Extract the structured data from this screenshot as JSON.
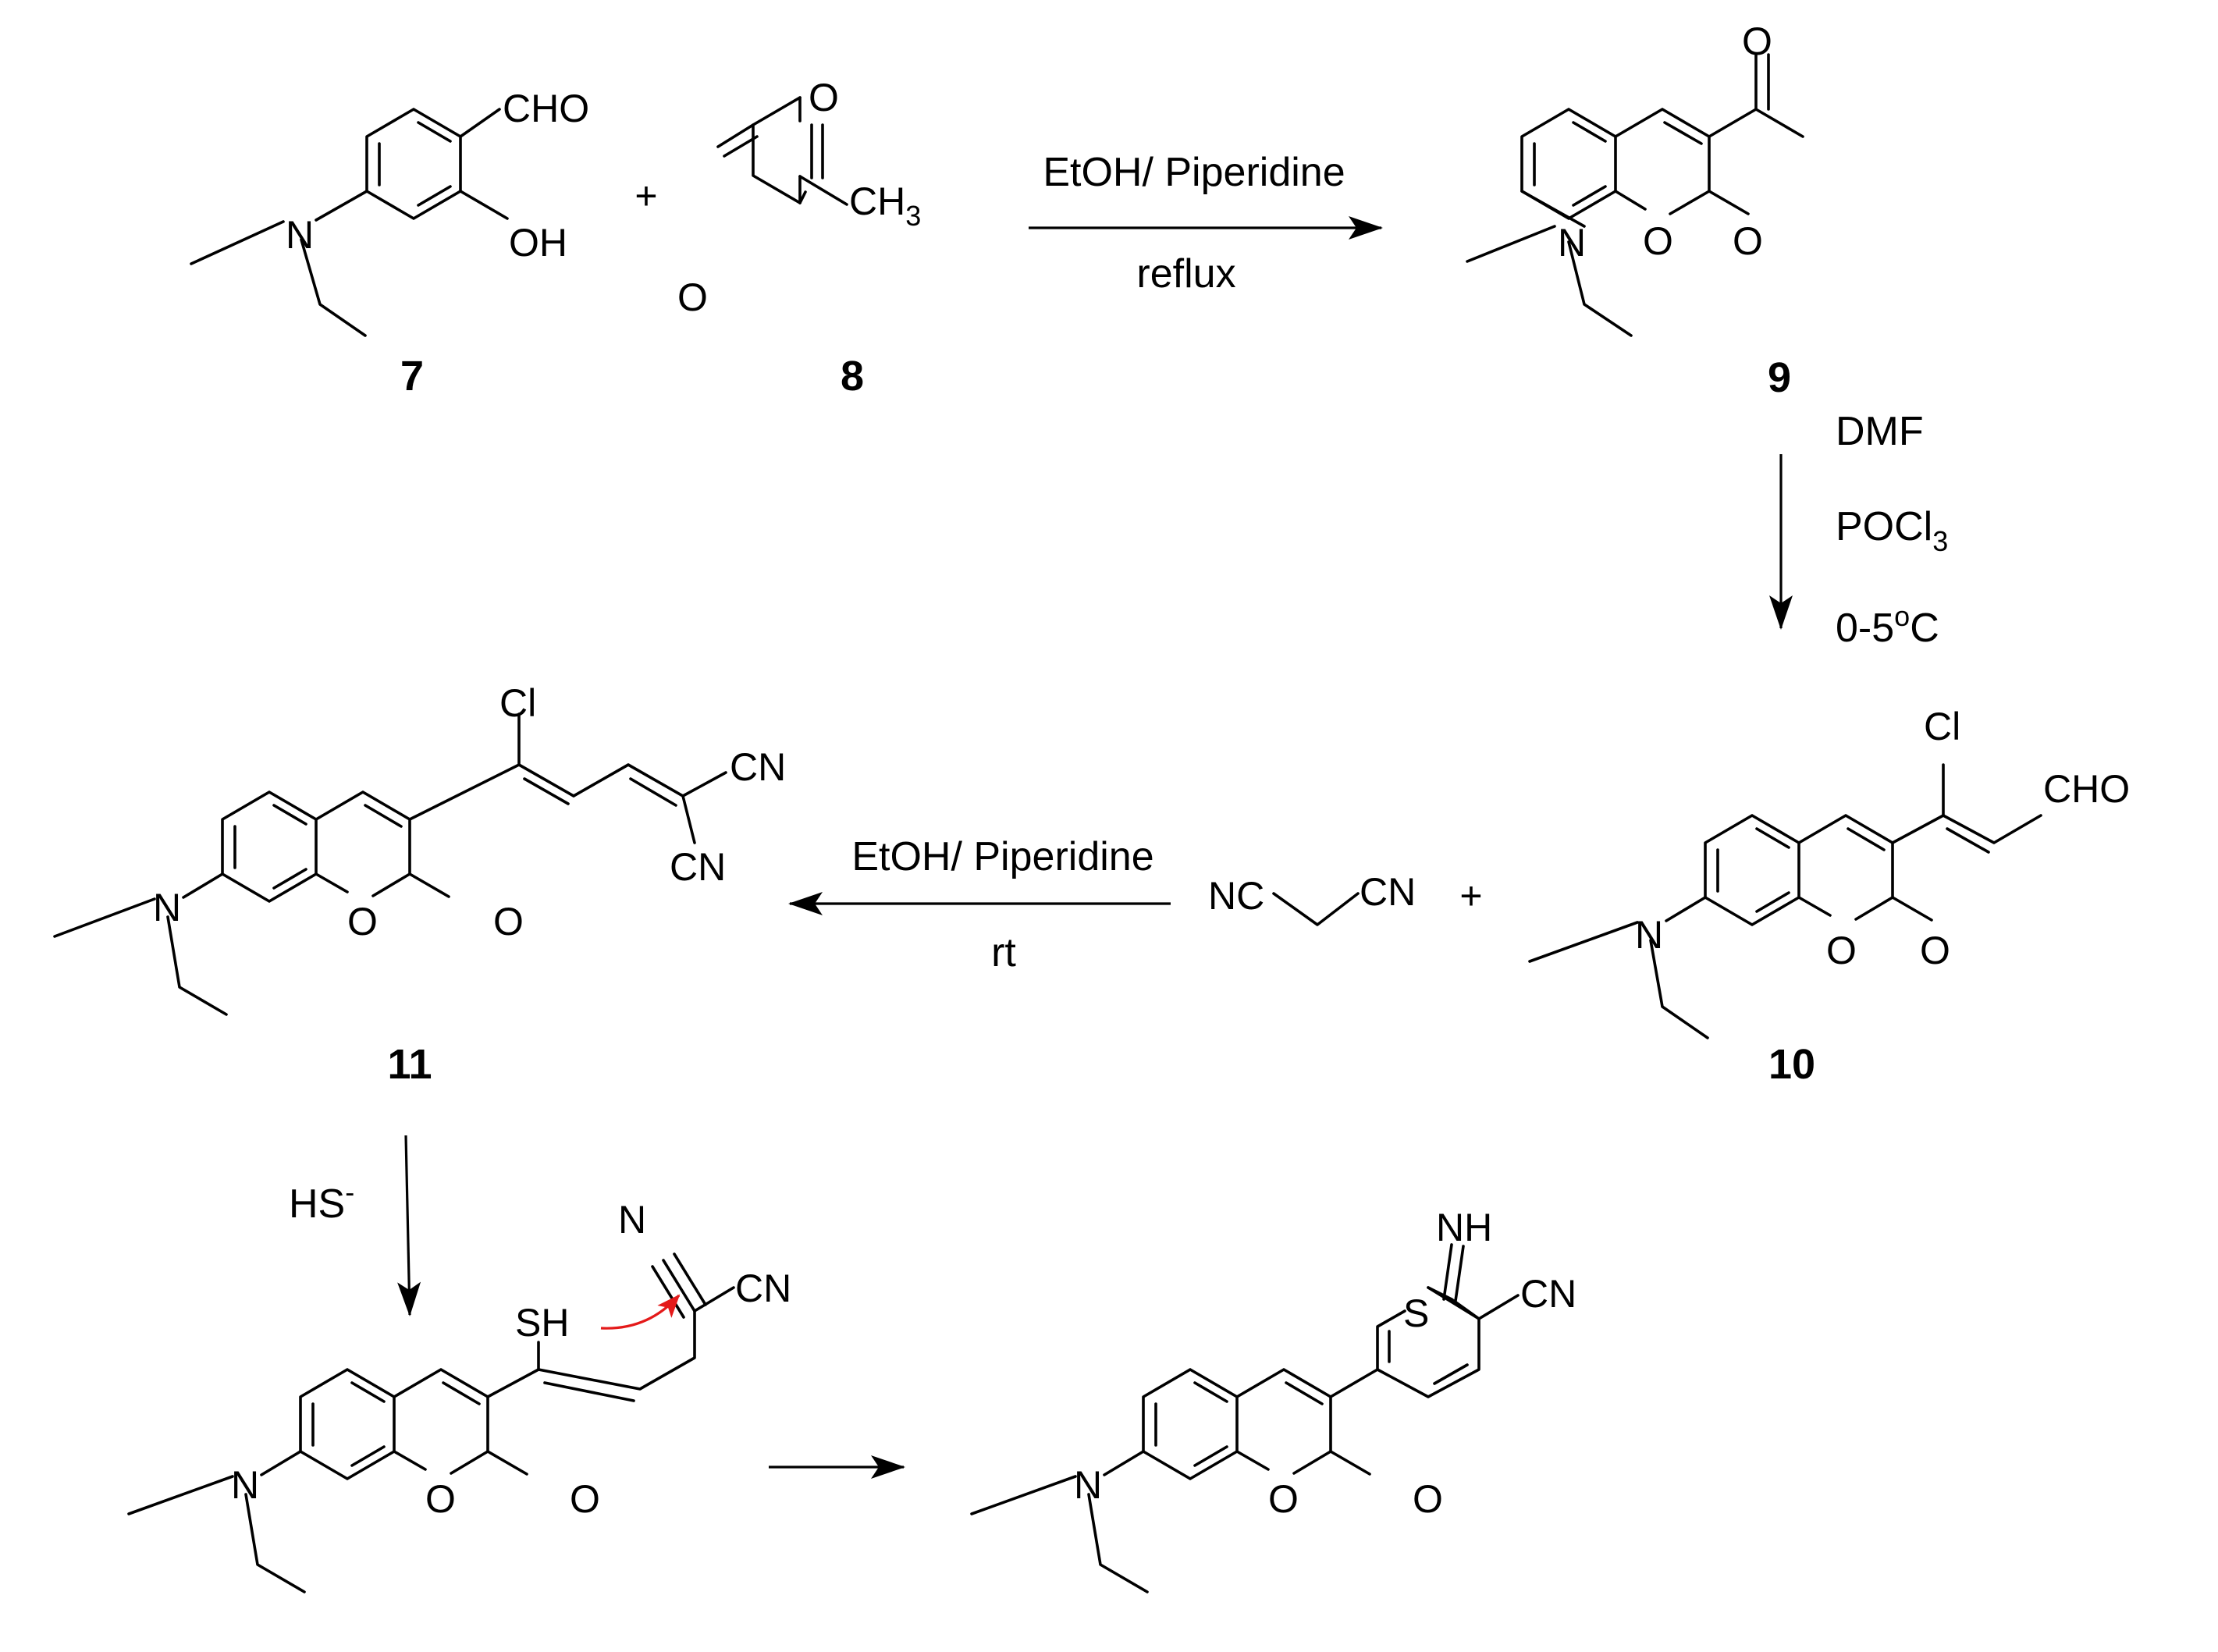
{
  "compounds": [
    {
      "label": "7"
    },
    {
      "label": "8"
    },
    {
      "label": "9"
    },
    {
      "label": "10"
    },
    {
      "label": "11"
    }
  ],
  "atoms": {
    "cho": "CHO",
    "oh": "OH",
    "n": "N",
    "o": "O",
    "ch": "CH",
    "three": "3",
    "cl": "Cl",
    "cn": "CN",
    "nc": "NC",
    "sh": "SH",
    "s": "S",
    "nh": "NH"
  },
  "plus": "+",
  "conditions": {
    "step1_top": "EtOH/ Piperidine",
    "step1_bottom": "reflux",
    "step2_line1": "DMF",
    "step2_line2": "POCl",
    "step2_line2_sub": "3",
    "step2_line3": "0-5",
    "step2_line3_sup": "o",
    "step2_line3_end": "C",
    "step3_top": "EtOH/ Piperidine",
    "step3_bottom": "rt",
    "step4": "HS",
    "step4_sup": "-"
  },
  "colors": {
    "ink": "#000000",
    "mechanism_arrow": "#e41a1a",
    "background": "#ffffff"
  }
}
